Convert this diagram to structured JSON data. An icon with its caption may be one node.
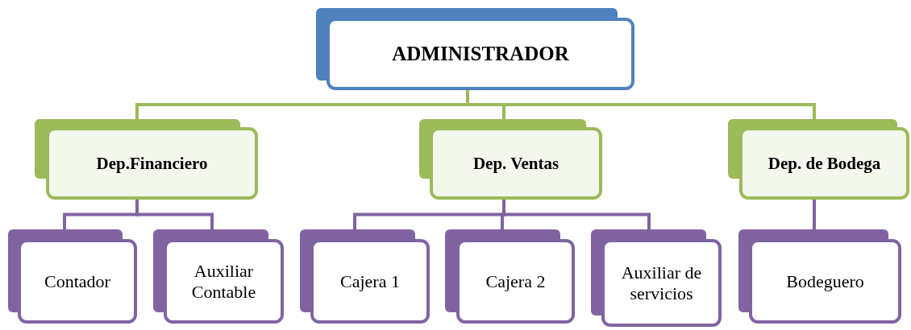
{
  "diagram": {
    "nodes": [
      {
        "text": [
          "ADMINISTRADOR"
        ]
      },
      {
        "text": [
          "Dep.Financiero"
        ]
      },
      {
        "text": [
          "Dep. Ventas"
        ]
      },
      {
        "text": [
          "Dep. de Bodega"
        ]
      },
      {
        "text": [
          "Contador"
        ]
      },
      {
        "text": [
          "Auxiliar Contable"
        ]
      },
      {
        "text": [
          "Cajera 1"
        ]
      },
      {
        "text": [
          "Cajera 2"
        ]
      },
      {
        "text": [
          "Auxiliar de servicios"
        ]
      },
      {
        "text": [
          "Bodeguero"
        ]
      }
    ],
    "edges": [
      {
        "from": 0,
        "to": 1,
        "arrow": "none",
        "color": "#9bbb59"
      },
      {
        "from": 0,
        "to": 2,
        "arrow": "none",
        "color": "#9bbb59"
      },
      {
        "from": 0,
        "to": 3,
        "arrow": "none",
        "color": "#9bbb59"
      },
      {
        "from": 1,
        "to": 4,
        "arrow": "none"
      },
      {
        "from": 1,
        "to": 5,
        "arrow": "none"
      },
      {
        "from": 2,
        "to": 6,
        "arrow": "none"
      },
      {
        "from": 2,
        "to": 7,
        "arrow": "none"
      },
      {
        "from": 2,
        "to": 8,
        "arrow": "none"
      },
      {
        "from": 3,
        "to": 9,
        "arrow": "none"
      }
    ]
  }
}
